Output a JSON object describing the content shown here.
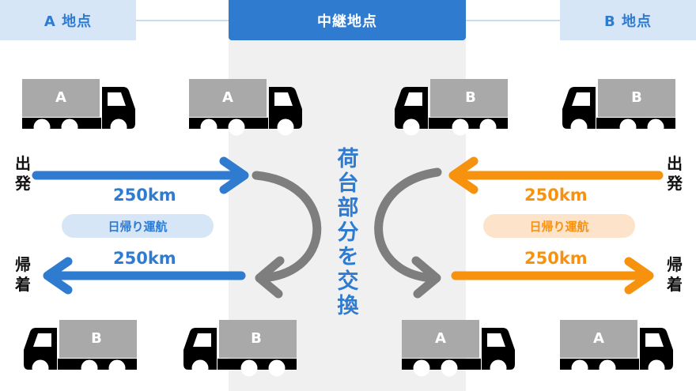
{
  "headers": {
    "left": "A 地点",
    "center": "中継地点",
    "right": "B 地点"
  },
  "labels": {
    "depart": "出\n発",
    "return": "帰\n着",
    "swap": "荷\n台\n部\n分\n を\n交\n換",
    "distance": "250km",
    "day_trip": "日帰り運航"
  },
  "cargo": {
    "a": "A",
    "b": "B"
  },
  "colors": {
    "blue": "#2f7bd0",
    "orange": "#f7920f",
    "gray_cargo": "#a9a9a9",
    "gray_arrow": "#7e7e7e",
    "header_light": "#d6e6f6",
    "pill_blue": "#d6e6f6",
    "pill_orange": "#fde3ca"
  }
}
